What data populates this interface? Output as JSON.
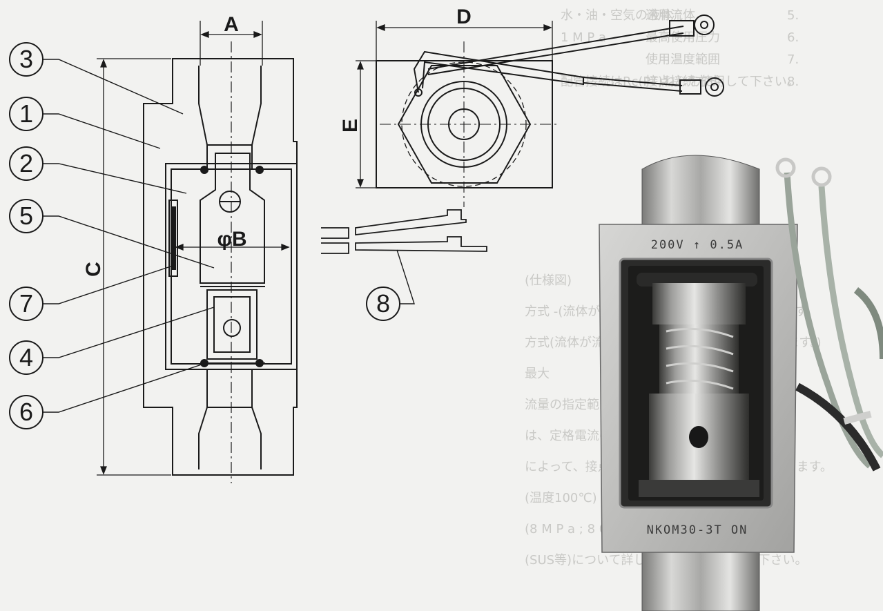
{
  "dimensions": {
    "a": "A",
    "b": "φB",
    "c": "C",
    "d": "D",
    "e": "E"
  },
  "callouts": [
    "1",
    "2",
    "3",
    "4",
    "5",
    "6",
    "7",
    "8"
  ],
  "photo": {
    "rating_label": "200V ↑ 0.5A",
    "model_label": "NKOM30-3T ON"
  },
  "background_text": {
    "spec_rows": [
      {
        "no": "5.",
        "item": "適用流体",
        "value": "水・油・空気の液体"
      },
      {
        "no": "6.",
        "item": "最高使用圧力",
        "value": "1 M P a"
      },
      {
        "no": "7.",
        "item": "使用温度範囲",
        "value": ""
      },
      {
        "no": "8.",
        "item": "接点接続方式",
        "value": "配管接続はRc(PT)ねじを使用して下さい。"
      }
    ],
    "body_lines": [
      "(仕様図)",
      "方式 -(流体が流れている)ときを基点(ON)とします。",
      "方式(流体が流れていないときを基点(OFF)とします。)",
      "最大",
      "流量の指定範囲内での流量にて御使用下さい。",
      "は、定格電流の1/3以下で御使用下さい。",
      "によって、接点が摩耗し作動不良に至る事があります。",
      "(温度100℃)",
      "(8 M P a ; 8 0 kgf/㎠)",
      "(SUS等)について詳しくは営業までご相談下さい。"
    ]
  },
  "colors": {
    "background": "#f2f2f0",
    "line": "#1a1a1a",
    "metal": "#b8b8b6",
    "ghost_text": "#c9c9c6"
  }
}
